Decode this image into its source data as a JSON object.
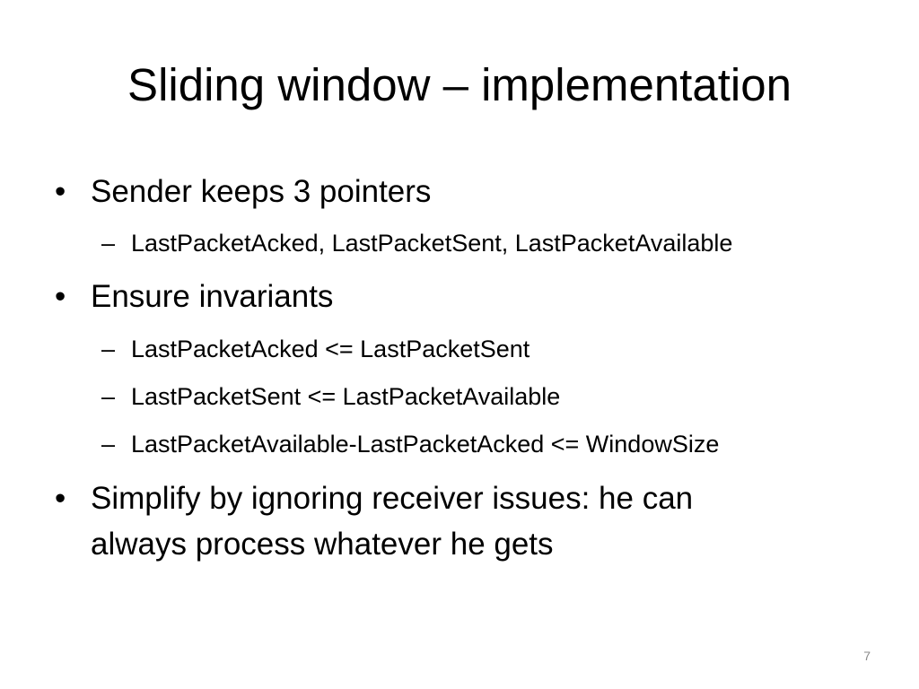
{
  "slide": {
    "title": "Sliding window – implementation",
    "bullets": [
      {
        "marker": "•",
        "text": "Sender keeps 3 pointers",
        "subitems": [
          {
            "marker": "–",
            "text": "LastPacketAcked, LastPacketSent, LastPacketAvailable"
          }
        ]
      },
      {
        "marker": "•",
        "text": "Ensure invariants",
        "subitems": [
          {
            "marker": "–",
            "text": "LastPacketAcked <= LastPacketSent"
          },
          {
            "marker": "–",
            "text": "LastPacketSent <= LastPacketAvailable"
          },
          {
            "marker": "–",
            "text": "LastPacketAvailable-LastPacketAcked <= WindowSize"
          }
        ]
      },
      {
        "marker": "•",
        "text_line1": "Simplify by ignoring receiver issues: he can",
        "text_line2": "always process whatever he gets"
      }
    ],
    "page_number": "7"
  }
}
